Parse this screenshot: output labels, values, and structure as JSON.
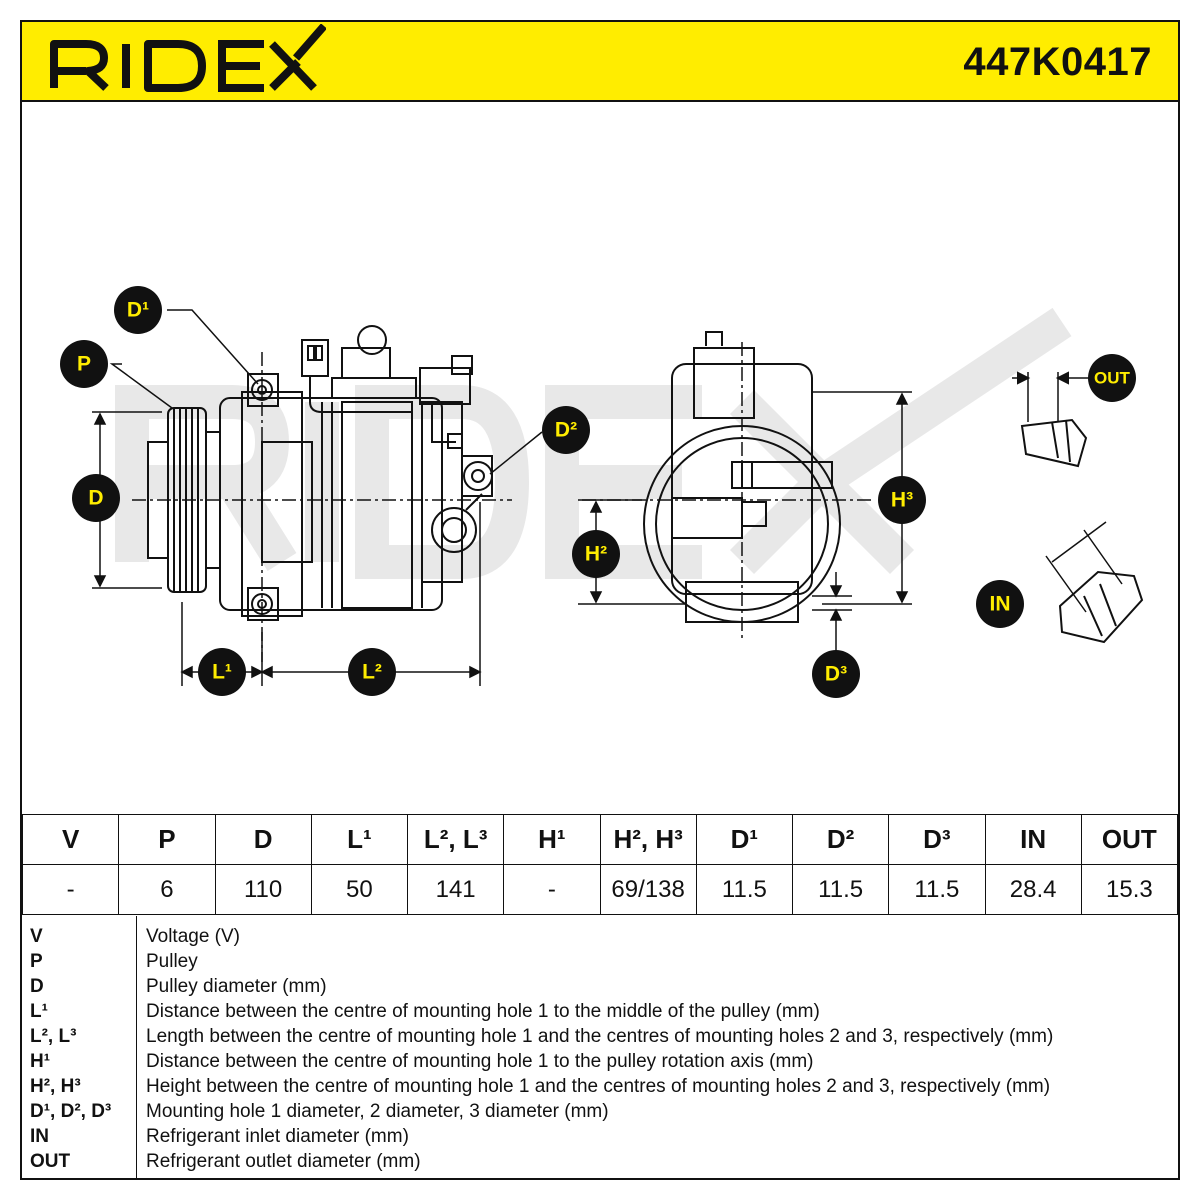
{
  "header": {
    "brand": "RIDEX",
    "part_number": "447K0417",
    "brand_color": "#ffed00"
  },
  "callouts": {
    "P": "P",
    "D": "D",
    "D1": "D¹",
    "D2": "D²",
    "D3": "D³",
    "L1": "L¹",
    "L2": "L²",
    "H2": "H²",
    "H3": "H³",
    "IN": "IN",
    "OUT": "OUT"
  },
  "spec_table": {
    "headers": [
      "V",
      "P",
      "D",
      "L¹",
      "L², L³",
      "H¹",
      "H², H³",
      "D¹",
      "D²",
      "D³",
      "IN",
      "OUT"
    ],
    "values": [
      "-",
      "6",
      "110",
      "50",
      "141",
      "-",
      "69/138",
      "11.5",
      "11.5",
      "11.5",
      "28.4",
      "15.3"
    ]
  },
  "legend": [
    {
      "key": "V",
      "text": "Voltage (V)"
    },
    {
      "key": "P",
      "text": "Pulley"
    },
    {
      "key": "D",
      "text": "Pulley diameter (mm)"
    },
    {
      "key": "L¹",
      "text": "Distance between the centre of mounting hole 1 to the middle of the pulley (mm)"
    },
    {
      "key": "L², L³",
      "text": "Length between the centre of mounting hole 1 and the centres of mounting holes 2 and 3, respectively (mm)"
    },
    {
      "key": "H¹",
      "text": "Distance between the centre of mounting hole 1 to the pulley rotation axis (mm)"
    },
    {
      "key": "H², H³",
      "text": "Height between the centre of mounting hole 1 and the centres of mounting holes 2 and 3, respectively (mm)"
    },
    {
      "key": "D¹, D², D³",
      "text": "Mounting hole 1 diameter, 2 diameter, 3 diameter (mm)"
    },
    {
      "key": "IN",
      "text": "Refrigerant inlet diameter (mm)"
    },
    {
      "key": "OUT",
      "text": "Refrigerant outlet diameter (mm)"
    }
  ]
}
